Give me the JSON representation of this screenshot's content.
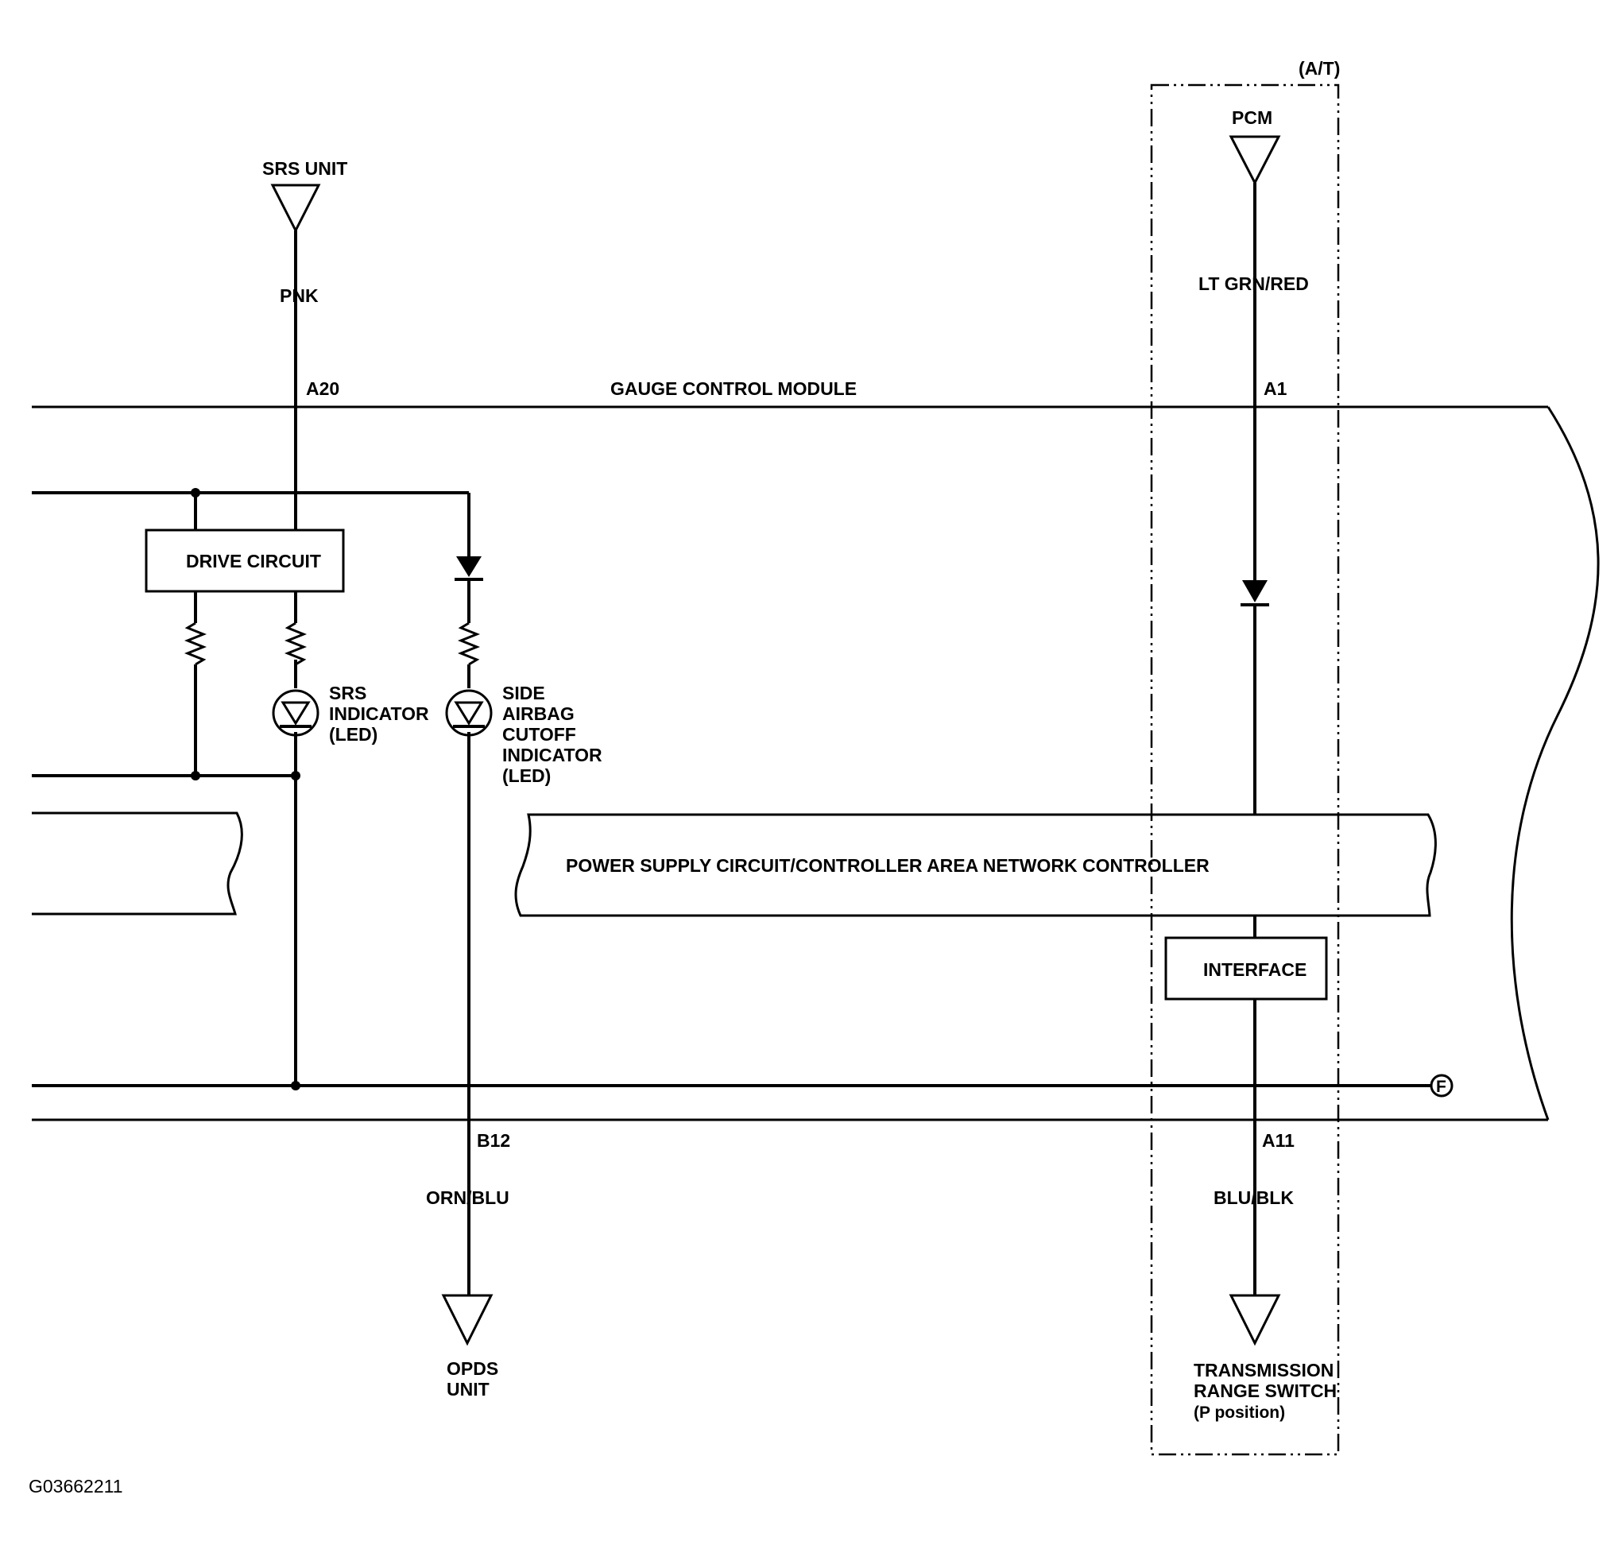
{
  "diagram": {
    "module_label": "GAUGE CONTROL MODULE",
    "at_label": "(A/T)",
    "figure_id": "G03662211",
    "srs_unit": {
      "name": "SRS UNIT",
      "wire": "PNK",
      "pin": "A20"
    },
    "pcm": {
      "name": "PCM",
      "wire": "LT GRN/RED",
      "pin": "A1"
    },
    "drive_circuit": "DRIVE CIRCUIT",
    "srs_indicator": [
      "SRS",
      "INDICATOR",
      "(LED)"
    ],
    "side_airbag_indicator": [
      "SIDE",
      "AIRBAG",
      "CUTOFF",
      "INDICATOR",
      "(LED)"
    ],
    "power_supply": "POWER SUPPLY CIRCUIT/CONTROLLER AREA NETWORK CONTROLLER",
    "interface": "INTERFACE",
    "connector_f": "F",
    "opds": {
      "pin": "B12",
      "wire": "ORN/BLU",
      "name": [
        "OPDS",
        "UNIT"
      ]
    },
    "trs": {
      "pin": "A11",
      "wire": "BLU/BLK",
      "name": [
        "TRANSMISSION",
        "RANGE SWITCH",
        "(P position)"
      ]
    }
  }
}
